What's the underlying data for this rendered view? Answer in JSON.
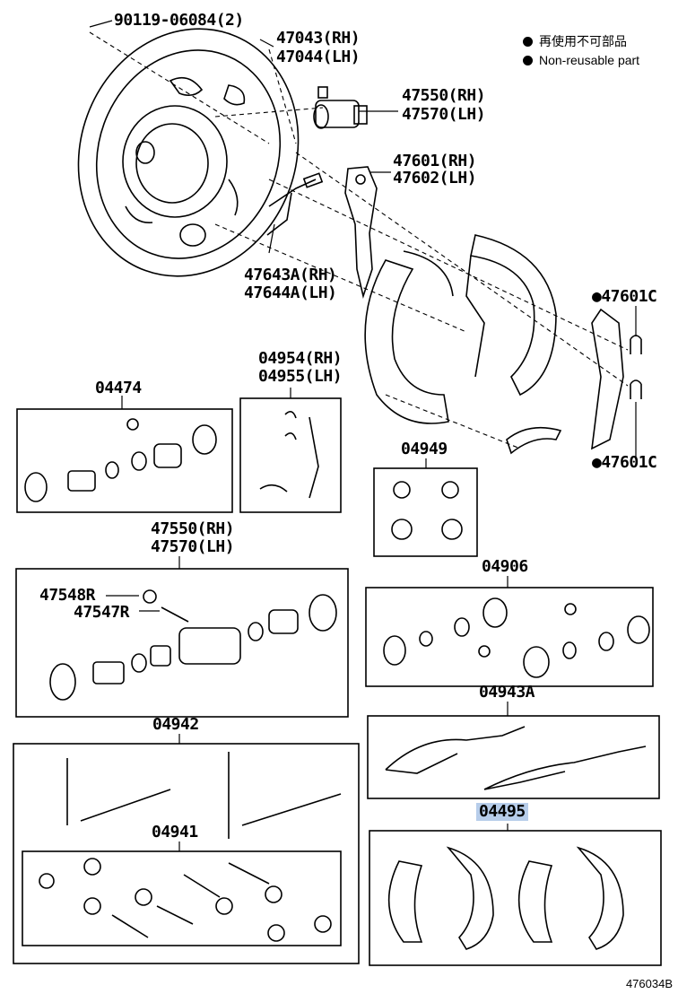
{
  "legend": {
    "jp": "再使用不可部品",
    "en": "Non-reusable part"
  },
  "parts": {
    "bolt": "90119-06084(2)",
    "backing_plate_rh": "47043(RH)",
    "backing_plate_lh": "47044(LH)",
    "wheel_cyl_rh": "47550(RH)",
    "wheel_cyl_lh": "47570(LH)",
    "lever_rh": "47601(RH)",
    "lever_lh": "47602(LH)",
    "strut_rh": "47643A(RH)",
    "strut_lh": "47644A(LH)",
    "clip_upper": "47601C",
    "clip_lower": "47601C",
    "kit_04474": "04474",
    "kit_04954_rh": "04954(RH)",
    "kit_04955_lh": "04955(LH)",
    "kit_04949": "04949",
    "wc_assy_rh": "47550(RH)",
    "wc_assy_lh": "47570(LH)",
    "bleeder_cap": "47548R",
    "bleeder_plug": "47547R",
    "kit_04906": "04906",
    "kit_04943a": "04943A",
    "kit_04942": "04942",
    "kit_04941": "04941",
    "shoe_kit_04495": "04495"
  },
  "diagram_ref": "476034B"
}
